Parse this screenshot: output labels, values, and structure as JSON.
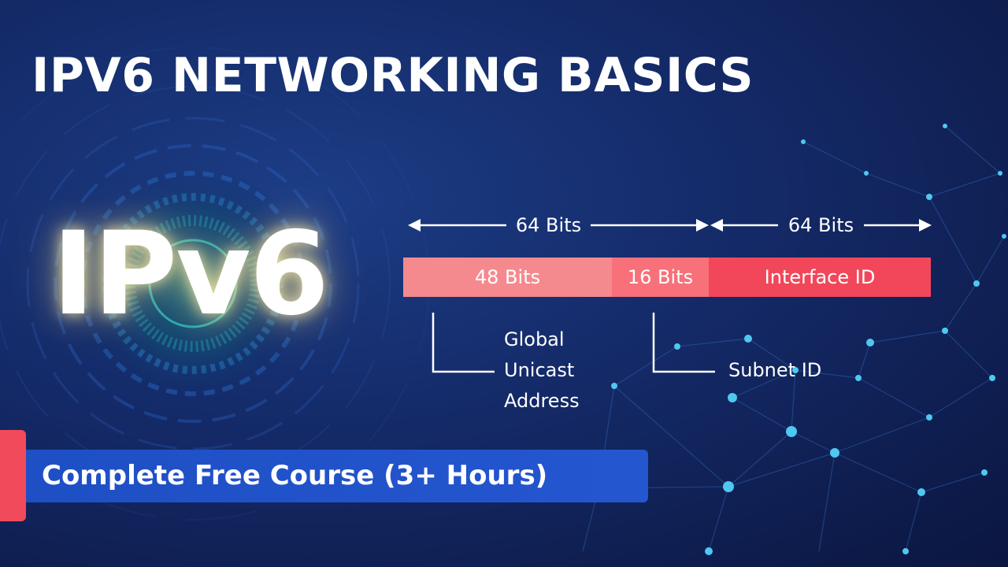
{
  "header": {
    "title": "IPV6 NETWORKING BASICS"
  },
  "logo": {
    "text": "IPv6"
  },
  "diagram": {
    "arrow_left_label": "64 Bits",
    "arrow_right_label": "64 Bits",
    "segments": [
      {
        "label": "48 Bits",
        "color": "#f58a8e"
      },
      {
        "label": "16 Bits",
        "color": "#f7707a"
      },
      {
        "label": "Interface ID",
        "color": "#f2475a"
      }
    ],
    "callouts": {
      "global_lines": [
        "Global",
        "Unicast",
        "Address"
      ],
      "subnet": "Subnet ID"
    }
  },
  "banner": {
    "text": "Complete Free Course (3+ Hours)"
  },
  "colors": {
    "background": "#152c6b",
    "accent_red": "#f14a5a",
    "banner_blue": "#2456d0"
  }
}
